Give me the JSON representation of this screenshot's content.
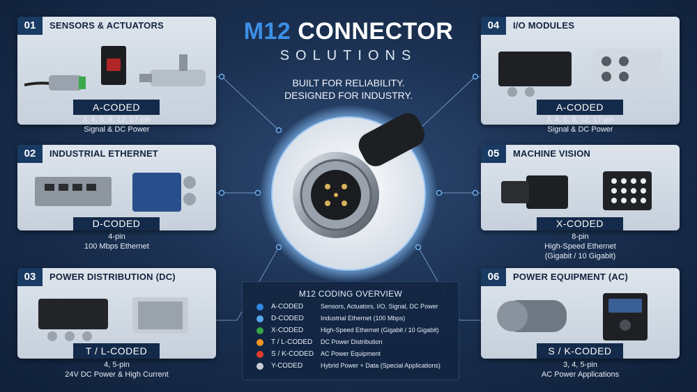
{
  "header": {
    "title_accent": "M12",
    "title_rest": "CONNECTOR",
    "subtitle": "SOLUTIONS",
    "tagline_1": "BUILT FOR RELIABILITY.",
    "tagline_2": "DESIGNED FOR INDUSTRY."
  },
  "cards": [
    {
      "num": "01",
      "title": "SENSORS & ACTUATORS",
      "code": "A-CODED",
      "desc": [
        "3, 4, 5, 8, 12, 17-pin",
        "Signal & DC Power"
      ]
    },
    {
      "num": "02",
      "title": "INDUSTRIAL ETHERNET",
      "code": "D-CODED",
      "desc": [
        "4-pin",
        "100 Mbps Ethernet"
      ]
    },
    {
      "num": "03",
      "title": "POWER DISTRIBUTION (DC)",
      "code": "T / L-CODED",
      "desc": [
        "4, 5-pin",
        "24V DC Power & High Current"
      ]
    },
    {
      "num": "04",
      "title": "I/O MODULES",
      "code": "A-CODED",
      "desc": [
        "3, 4, 5, 8, 12, 17-pin",
        "Signal & DC Power"
      ]
    },
    {
      "num": "05",
      "title": "MACHINE VISION",
      "code": "X-CODED",
      "desc": [
        "8-pin",
        "High-Speed Ethernet",
        "(Gigabit / 10 Gigabit)"
      ]
    },
    {
      "num": "06",
      "title": "POWER EQUIPMENT (AC)",
      "code": "S / K-CODED",
      "desc": [
        "3, 4, 5-pin",
        "AC Power Applications"
      ]
    }
  ],
  "overview": {
    "title": "M12 CODING OVERVIEW",
    "rows": [
      {
        "code": "A-CODED",
        "desc": "Sensors, Actuators, I/O, Signal, DC Power",
        "color": "#2f86e0"
      },
      {
        "code": "D-CODED",
        "desc": "Industrial Ethernet (100 Mbps)",
        "color": "#5aa9ee"
      },
      {
        "code": "X-CODED",
        "desc": "High-Speed Ethernet (Gigabit / 10 Gigabit)",
        "color": "#35a845"
      },
      {
        "code": "T / L-CODED",
        "desc": "DC Power Distribution",
        "color": "#f29421"
      },
      {
        "code": "S / K-CODED",
        "desc": "AC Power Equipment",
        "color": "#e23b2e"
      },
      {
        "code": "Y-CODED",
        "desc": "Hybrid Power + Data (Special Applications)",
        "color": "#c9ced6"
      }
    ]
  }
}
